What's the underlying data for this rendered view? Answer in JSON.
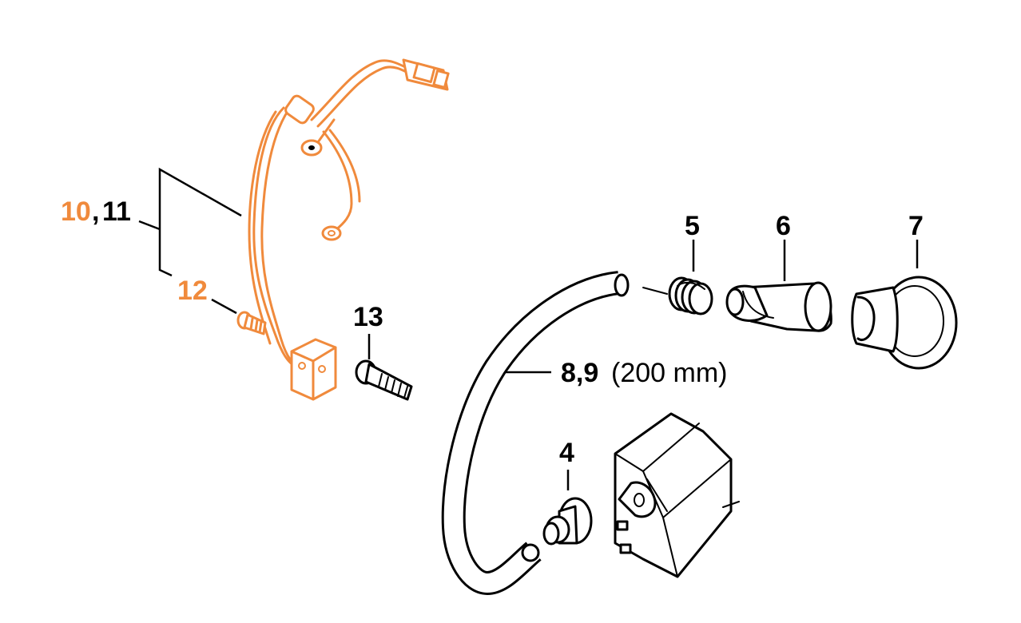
{
  "colors": {
    "highlight": "#f08a3c",
    "ink": "#000000",
    "background": "#ffffff"
  },
  "labels": {
    "part_10": "10",
    "comma": ",",
    "part_11": "11",
    "part_12": "12",
    "part_13": "13",
    "part_5": "5",
    "part_6": "6",
    "part_7": "7",
    "part_4": "4",
    "part_8_9": "8,9",
    "part_8_9_length": "(200 mm)"
  }
}
